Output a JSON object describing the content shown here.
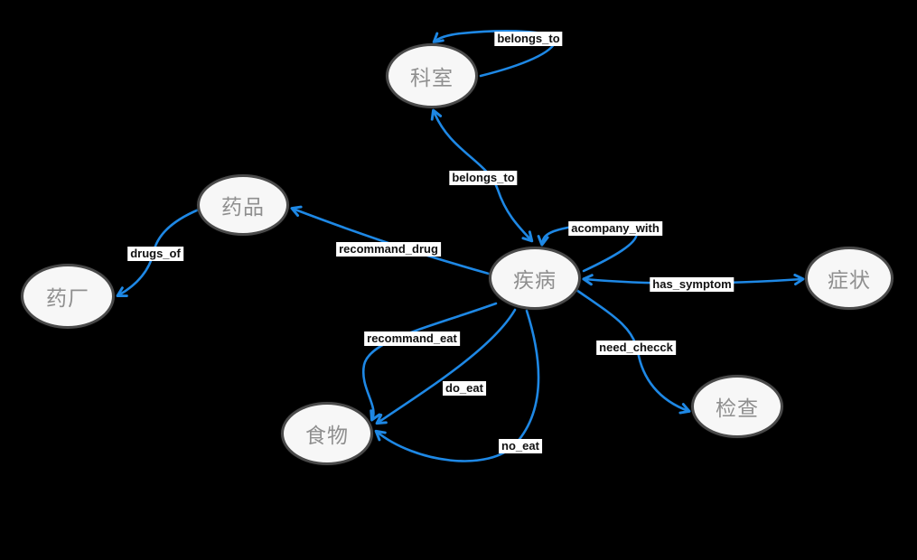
{
  "colors": {
    "bg": "#000000",
    "edge": "#1e88e5",
    "node-fill": "#f7f7f7",
    "node-border": "#4a4a4a",
    "node-text": "#8f8f8f",
    "label-bg": "#ffffff",
    "label-text": "#111111"
  },
  "nodes": [
    {
      "id": "department",
      "label": "科室"
    },
    {
      "id": "drug",
      "label": "药品"
    },
    {
      "id": "pharmacy-factory",
      "label": "药厂"
    },
    {
      "id": "disease",
      "label": "疾病"
    },
    {
      "id": "symptom",
      "label": "症状"
    },
    {
      "id": "examination",
      "label": "检查"
    },
    {
      "id": "food",
      "label": "食物"
    }
  ],
  "edges": [
    {
      "id": "belongs-to-department-loop",
      "label": "belongs_to",
      "from": "科室",
      "to": "科室"
    },
    {
      "id": "belongs-to-disease-department",
      "label": "belongs_to",
      "from": "疾病",
      "to": "科室",
      "bidirectional_arrows": true
    },
    {
      "id": "acompany-with-loop",
      "label": "acompany_with",
      "from": "疾病",
      "to": "疾病"
    },
    {
      "id": "has-symptom",
      "label": "has_symptom",
      "from": "疾病",
      "to": "症状",
      "bidirectional_arrows": true
    },
    {
      "id": "need-checck",
      "label": "need_checck",
      "from": "疾病",
      "to": "检查"
    },
    {
      "id": "recommand-drug",
      "label": "recommand_drug",
      "from": "疾病",
      "to": "药品"
    },
    {
      "id": "drugs-of",
      "label": "drugs_of",
      "from": "药品",
      "to": "药厂"
    },
    {
      "id": "recommand-eat",
      "label": "recommand_eat",
      "from": "疾病",
      "to": "食物"
    },
    {
      "id": "do-eat",
      "label": "do_eat",
      "from": "疾病",
      "to": "食物"
    },
    {
      "id": "no-eat",
      "label": "no_eat",
      "from": "疾病",
      "to": "食物"
    }
  ]
}
